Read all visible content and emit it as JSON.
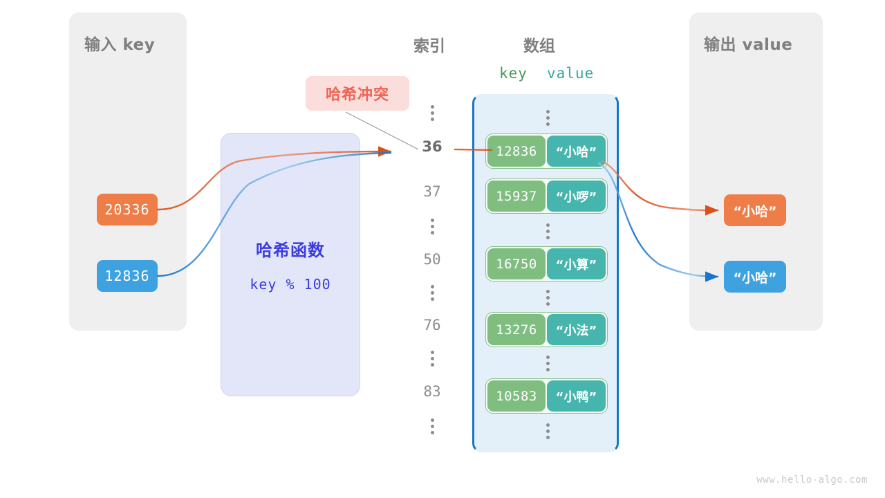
{
  "colors": {
    "orange": "#ef7d48",
    "orange_line": "#dd4f19",
    "blue": "#3fa2e0",
    "blue_line": "#1876c9",
    "green_key": "#7fbd81",
    "teal_value": "#45b5ad",
    "panel_bg": "#efefef",
    "array_bg": "#e4f0f9",
    "hash_bg": "#e3e6f8",
    "hash_text": "#3b3ce0",
    "collision_bg": "#fbdddb",
    "collision_text": "#ee6352",
    "label_gray": "#7f7f7f"
  },
  "input_panel": {
    "title": "输入 key",
    "keys": [
      {
        "label": "20336",
        "color": "orange"
      },
      {
        "label": "12836",
        "color": "blue"
      }
    ]
  },
  "hash_function": {
    "name": "哈希函数",
    "expression": "key % 100"
  },
  "collision": {
    "label": "哈希冲突"
  },
  "array_section": {
    "index_header": "索引",
    "array_header": "数组",
    "key_header": "key",
    "value_header": "value",
    "rows": [
      {
        "type": "dots",
        "index": ""
      },
      {
        "type": "bucket",
        "index": "36",
        "key": "12836",
        "value": "“小哈”",
        "highlight": true
      },
      {
        "type": "bucket",
        "index": "37",
        "key": "15937",
        "value": "“小啰”",
        "highlight": false
      },
      {
        "type": "dots",
        "index": ""
      },
      {
        "type": "bucket",
        "index": "50",
        "key": "16750",
        "value": "“小算”",
        "highlight": false
      },
      {
        "type": "dots",
        "index": ""
      },
      {
        "type": "bucket",
        "index": "76",
        "key": "13276",
        "value": "“小法”",
        "highlight": false
      },
      {
        "type": "dots",
        "index": ""
      },
      {
        "type": "bucket",
        "index": "83",
        "key": "10583",
        "value": "“小鸭”",
        "highlight": false
      },
      {
        "type": "dots",
        "index": ""
      }
    ]
  },
  "output_panel": {
    "title": "输出 value",
    "values": [
      {
        "label": "“小哈”",
        "color": "orange"
      },
      {
        "label": "“小哈”",
        "color": "blue"
      }
    ]
  },
  "watermark": "www.hello-algo.com"
}
